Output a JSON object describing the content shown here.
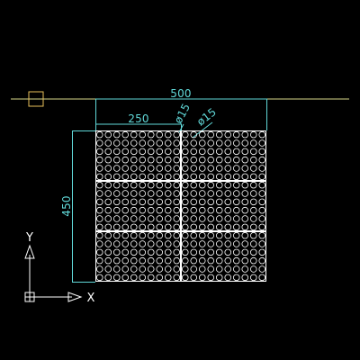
{
  "colors": {
    "background": "#000000",
    "crosshair": "#d8d88a",
    "pickbox": "#e8c15a",
    "dimension": "#60d8d8",
    "panel": "#ffffff",
    "ucs": "#ffffff"
  },
  "drawing": {
    "panels": {
      "rows": 3,
      "cols": 2,
      "hole_rows_per_panel": 6,
      "hole_cols_per_panel": 10,
      "hole_diameter_units": 15
    }
  },
  "dimensions": {
    "overall_width": "500",
    "half_width": "250",
    "height": "450",
    "hole_diameter_1": "ø15",
    "hole_diameter_2": "ø15"
  },
  "ucs": {
    "x_label": "X",
    "y_label": "Y"
  }
}
